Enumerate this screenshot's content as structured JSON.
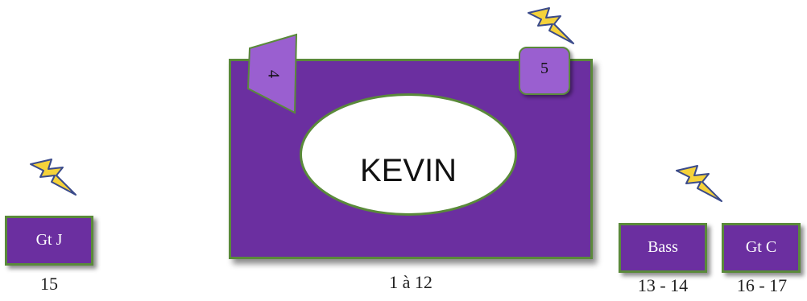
{
  "stage": {
    "drummer_name": "KEVIN",
    "caption": "1 à 12"
  },
  "monitors": {
    "m4": "4",
    "m5": "5"
  },
  "amps": [
    {
      "label": "Gt J",
      "channels": "15"
    },
    {
      "label": "Bass",
      "channels": "13 - 14"
    },
    {
      "label": "Gt C",
      "channels": "16 - 17"
    }
  ],
  "colors": {
    "box_fill": "#6b2fa0",
    "box_border": "#5a8a3a",
    "monitor_fill": "#9a5fd0",
    "bolt_fill": "#f5d23a",
    "bolt_outline": "#3a4a8a"
  },
  "icons": [
    "power-bolt-icon"
  ]
}
